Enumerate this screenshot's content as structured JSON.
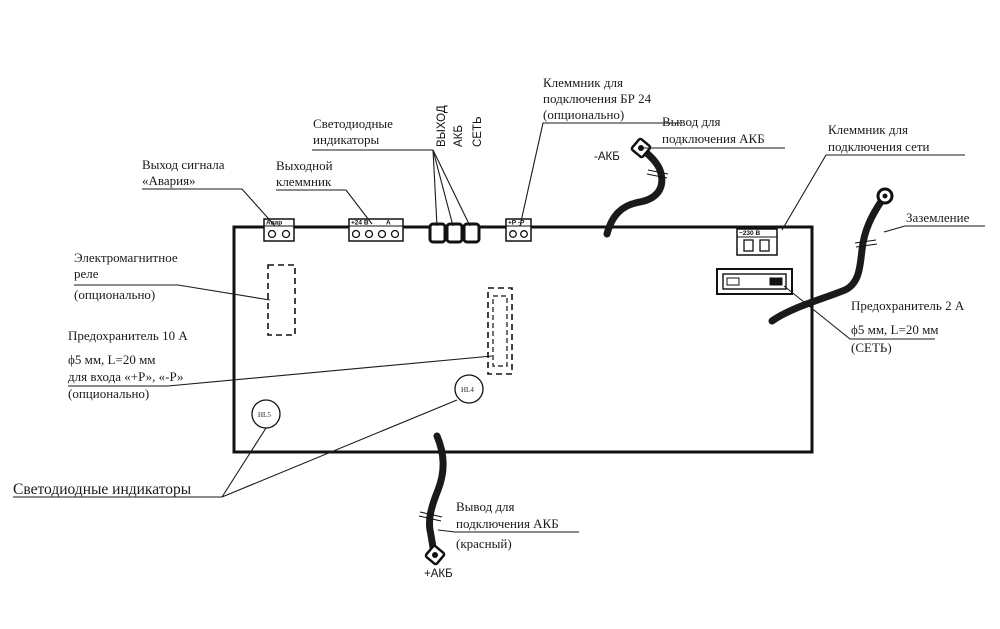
{
  "labels": {
    "alarm_output_l1": "Выход сигнала",
    "alarm_output_l2": "«Авария»",
    "output_terminal_l1": "Выходной",
    "output_terminal_l2": "клеммник",
    "led_top_l1": "Светодиодные",
    "led_top_l2": "индикаторы",
    "vert_vyhod": "ВЫХОД",
    "vert_akb": "АКБ",
    "vert_set": "СЕТЬ",
    "br24_l1": "Клеммник для",
    "br24_l2": "подключения БР 24",
    "br24_l3": "(опционально)",
    "akb_minus_l1": "Вывод для",
    "akb_minus_l2": "подключения АКБ",
    "akb_minus_tag": "-АКБ",
    "mains_l1": "Клеммник для",
    "mains_l2": "подключения сети",
    "ground": "Заземление",
    "relay_l1": "Электромагнитное",
    "relay_l2": "реле",
    "relay_l3": "(опционально)",
    "fuse10_l1": "Предохранитель 10 А",
    "fuse10_l2": "ϕ5 мм, L=20 мм",
    "fuse10_l3": "для входа «+Р», «-Р»",
    "fuse10_l4": "(опционально)",
    "fuse2_l1": "Предохранитель 2 А",
    "fuse2_l2": "ϕ5 мм, L=20 мм",
    "fuse2_l3": "(СЕТЬ)",
    "led_bottom": "Светодиодные индикаторы",
    "akb_plus_l1": "Вывод для",
    "akb_plus_l2": "подключения АКБ",
    "akb_plus_l3": "(красный)",
    "akb_plus_tag": "+АКБ"
  },
  "board_marks": {
    "alarm_terminal": "Авар",
    "out_terminal_plus": "+24 В",
    "out_terminal_a": "А",
    "br_terminal": "+Р -Р",
    "mains_terminal": "~230 В",
    "hl5": "HL5",
    "hl4": "HL4"
  }
}
